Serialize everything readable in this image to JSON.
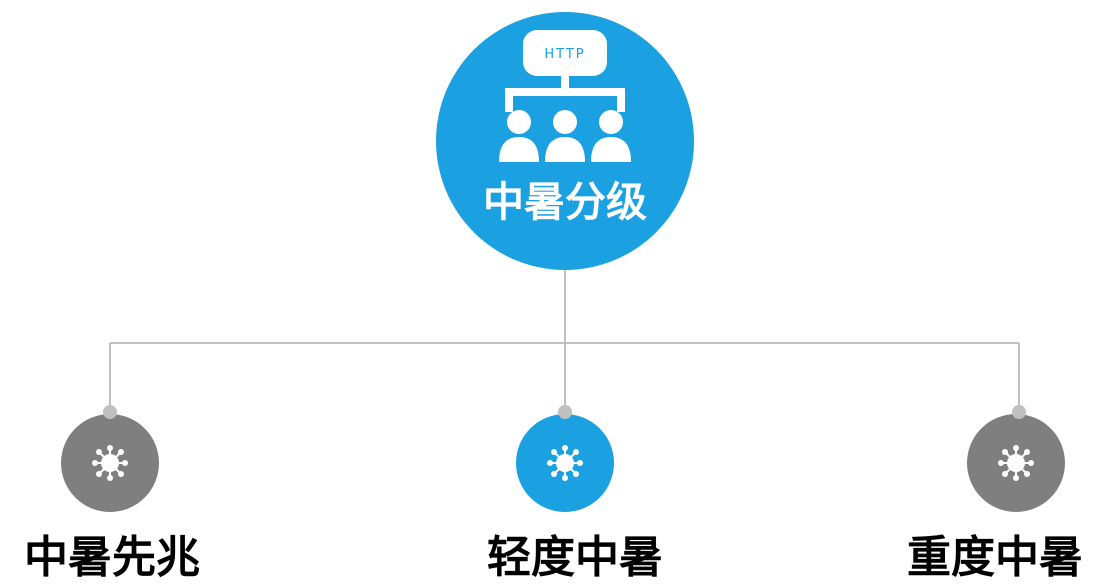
{
  "colors": {
    "accent": "#1BA1E2",
    "neutral": "#7F7F7F",
    "connector": "#C0C0C0",
    "text": "#000000",
    "on_accent": "#FFFFFF"
  },
  "root": {
    "label": "中暑分级",
    "badge_text": "HTTP",
    "icon": "hierarchy-people-icon"
  },
  "children": [
    {
      "label": "中暑先兆",
      "icon": "virus-icon",
      "color": "#7F7F7F"
    },
    {
      "label": "轻度中暑",
      "icon": "virus-icon",
      "color": "#1BA1E2"
    },
    {
      "label": "重度中暑",
      "icon": "virus-icon",
      "color": "#7F7F7F"
    }
  ]
}
